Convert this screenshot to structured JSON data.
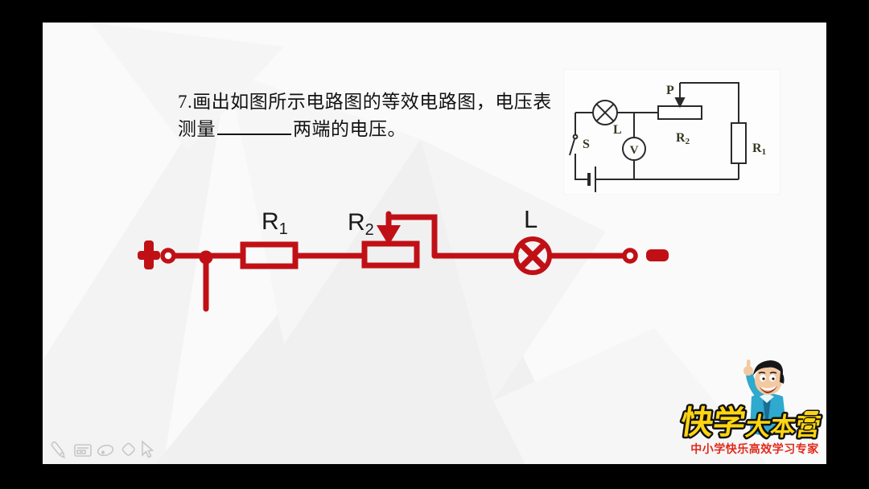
{
  "question": {
    "line1": "7.画出如图所示电路图的等效电路图，电压表",
    "line2_prefix": "测量",
    "line2_suffix": "两端的电压。"
  },
  "inset_diagram": {
    "labels": {
      "wiper": "P",
      "rheostat_base": "R",
      "rheostat_sub": "2",
      "resistor_base": "R",
      "resistor_sub": "1",
      "lamp": "L",
      "voltmeter": "V",
      "switch": "S"
    },
    "stroke_color": "#2a2a2a",
    "label_color": "#333a22"
  },
  "red_circuit": {
    "stroke_color": "#c01016",
    "labels": {
      "r1_base": "R",
      "r1_sub": "1",
      "r2_base": "R",
      "r2_sub": "2",
      "lamp": "L"
    },
    "icons": [
      "plus-terminal-icon",
      "minus-terminal-icon",
      "lamp-icon",
      "potentiometer-arrow-icon"
    ]
  },
  "toolbar": {
    "tools": [
      "pen",
      "keyboard-panel",
      "lasso",
      "eraser",
      "cursor"
    ]
  },
  "logo": {
    "title_part1": "快学",
    "title_part2": "大本营",
    "subtitle": "中小学快乐高效学习专家",
    "title_color": "#ffd511",
    "subtitle_color": "#e02a1c"
  }
}
